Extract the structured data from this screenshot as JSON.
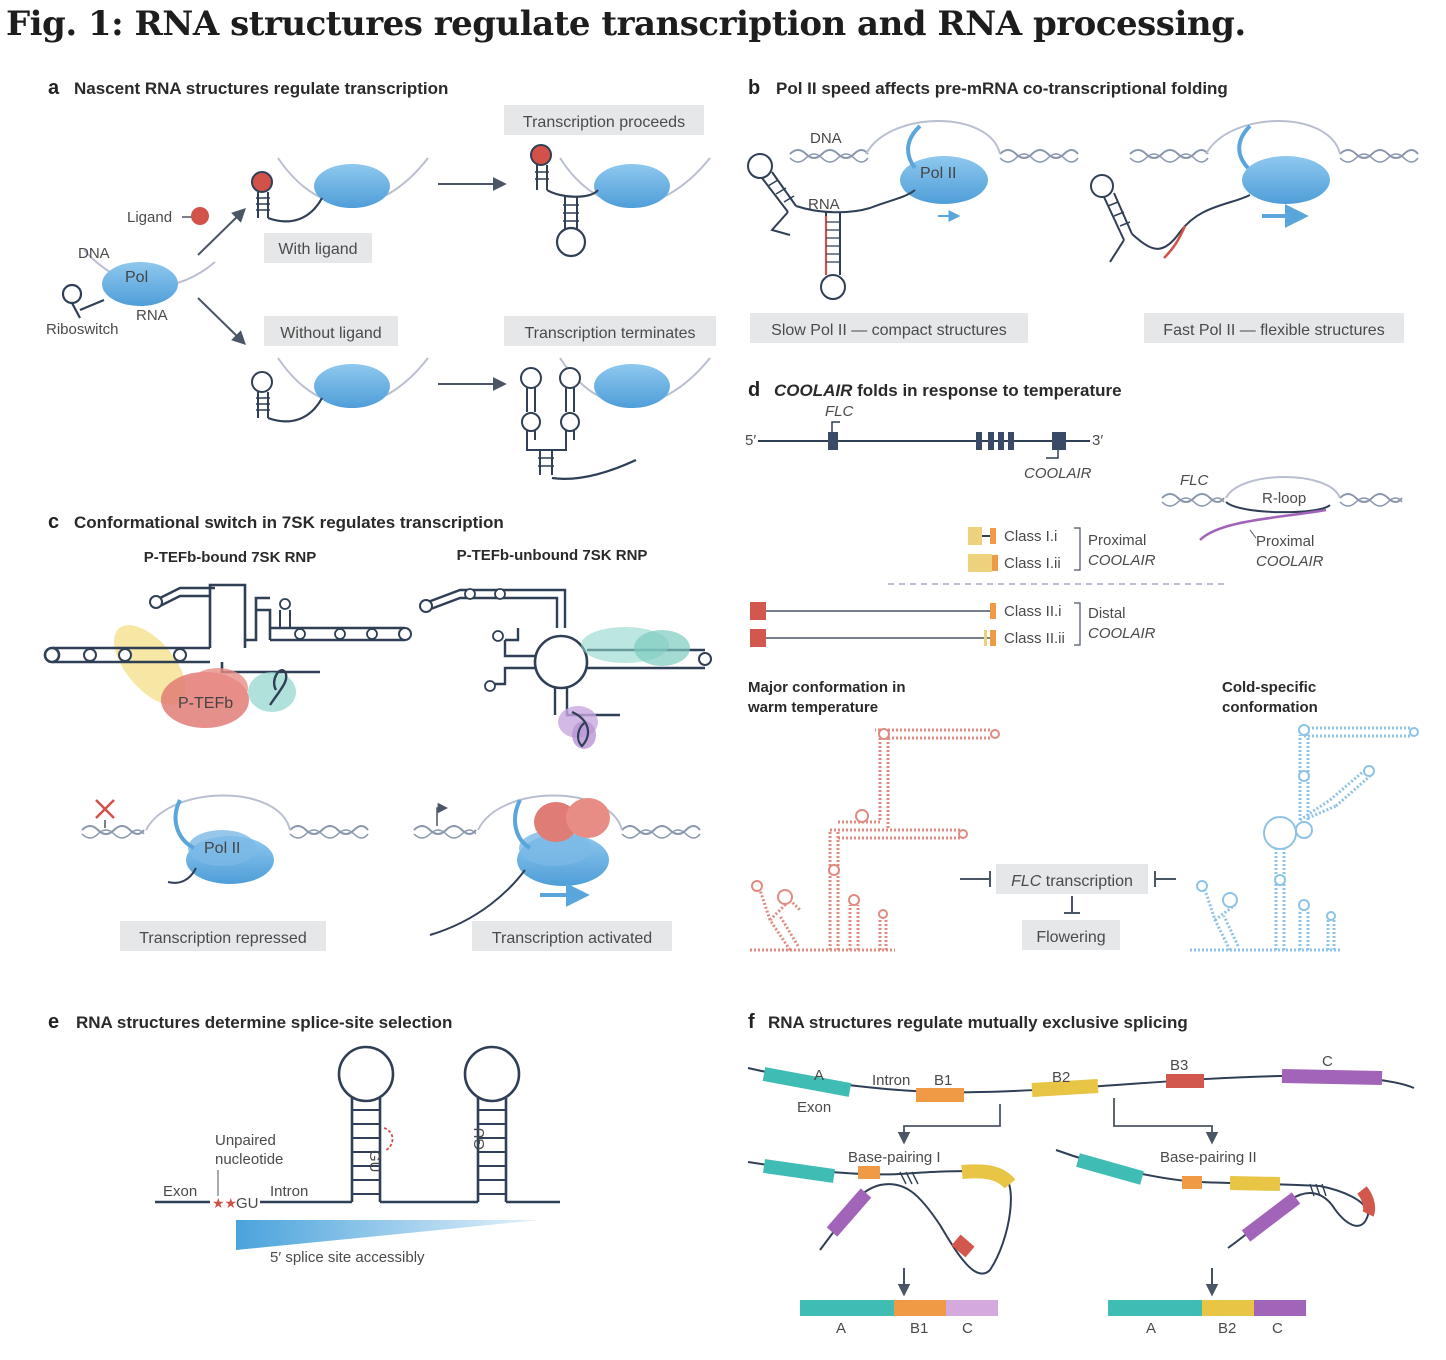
{
  "figure_title": "Fig. 1: RNA structures regulate transcription and RNA processing.",
  "panels": {
    "a": {
      "letter": "a",
      "heading": "Nascent RNA structures regulate transcription",
      "labels": {
        "ligand": "Ligand",
        "dna": "DNA",
        "pol": "Pol",
        "rna": "RNA",
        "riboswitch": "Riboswitch"
      },
      "boxes": {
        "with_ligand": "With ligand",
        "without_ligand": "Without ligand",
        "proceeds": "Transcription proceeds",
        "terminates": "Transcription terminates"
      }
    },
    "b": {
      "letter": "b",
      "heading": "Pol II speed affects pre-mRNA co-transcriptional folding",
      "labels": {
        "dna": "DNA",
        "rna": "RNA",
        "pol2": "Pol II"
      },
      "boxes": {
        "slow": "Slow Pol II — compact structures",
        "fast": "Fast Pol II — flexible structures"
      }
    },
    "c": {
      "letter": "c",
      "heading": "Conformational switch in 7SK regulates transcription",
      "sub_bound": "P-TEFb-bound 7SK RNP",
      "sub_unbound": "P-TEFb-unbound 7SK RNP",
      "labels": {
        "ptefb": "P-TEFb",
        "pol2": "Pol II"
      },
      "boxes": {
        "repressed": "Transcription repressed",
        "activated": "Transcription activated"
      }
    },
    "d": {
      "letter": "d",
      "heading_italic": "COOLAIR",
      "heading_rest": " folds in response to temperature",
      "labels": {
        "five": "5′",
        "three": "3′",
        "flc": "FLC",
        "coolair": "COOLAIR",
        "rloop": "R-loop",
        "proximal_coolair_1": "Proximal",
        "proximal_coolair_2": "COOLAIR",
        "class_1i": "Class I.i",
        "class_1ii": "Class I.ii",
        "class_2i": "Class II.i",
        "class_2ii": "Class II.ii",
        "proximal": "Proximal",
        "distal": "Distal",
        "warm_1": "Major conformation in",
        "warm_2": "warm temperature",
        "cold_1": "Cold-specific",
        "cold_2": "conformation"
      },
      "boxes": {
        "flc_transcription_italic": "FLC",
        "flc_transcription_rest": " transcription",
        "flowering": "Flowering"
      }
    },
    "e": {
      "letter": "e",
      "heading": "RNA structures determine splice-site selection",
      "labels": {
        "unpaired_1": "Unpaired",
        "unpaired_2": "nucleotide",
        "exon": "Exon",
        "gu": "GU",
        "intron": "Intron",
        "accessibility": "5′ splice site accessibly",
        "gu_stem": "GU"
      }
    },
    "f": {
      "letter": "f",
      "heading": "RNA structures regulate mutually exclusive splicing",
      "labels": {
        "a": "A",
        "intron": "Intron",
        "b1": "B1",
        "b2": "B2",
        "b3": "B3",
        "c": "C",
        "exon": "Exon",
        "bp1": "Base-pairing I",
        "bp2": "Base-pairing II"
      }
    }
  },
  "colors": {
    "pol_blue": "#5aa6dc",
    "rna_dark": "#2f3f55",
    "ligand_red": "#d2524a",
    "box_grey": "#e6e7e9",
    "teal": "#3fbcb4",
    "orange": "#ef9b45",
    "yellow": "#e8c545",
    "red_exon": "#d2574c",
    "purple": "#a264b8",
    "light_purple": "#d4a9dd",
    "warm_red": "#e08b82",
    "cold_blue": "#8fc3e6"
  }
}
